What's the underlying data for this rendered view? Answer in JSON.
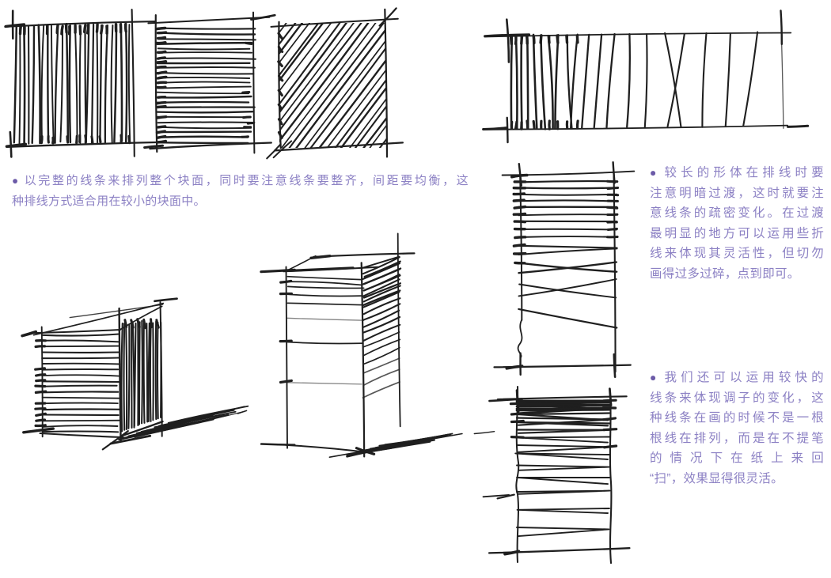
{
  "page": {
    "background_color": "#ffffff",
    "ink_color": "#1f1f1f",
    "text_color": "#8c81c4",
    "bullet_color": "#6c5ba8"
  },
  "captions": {
    "left": {
      "bullet": "●",
      "lines": [
        "以完整的线条来排列整个块面，同时要注意线条要整齐，间距要均衡，这",
        "种排线方式适合用在较小的块面中。"
      ]
    },
    "right_top": {
      "bullet": "●",
      "lines": [
        "较长的形体在排线时要",
        "注意明暗过渡，这时就要注",
        "意线条的疏密变化。在过渡",
        "最明显的地方可以运用些折",
        "线来体现其灵活性，但切勿",
        "画得过多过碎，点到即可。"
      ]
    },
    "right_bottom": {
      "bullet": "●",
      "lines": [
        "我们还可以运用较快的",
        "线条来体现调子的变化，这",
        "种线条在画的时候不是一根",
        "根线在排列，而是在不提笔",
        "的情况下在纸上来回",
        "“扫”，效果显得很灵活。"
      ]
    }
  },
  "figures": [
    {
      "id": "square-vertical-hatch",
      "type": "hatch-square",
      "hatch": "vertical",
      "lines": 26,
      "description": "square block filled with even vertical pen strokes"
    },
    {
      "id": "square-horizontal-hatch",
      "type": "hatch-square",
      "hatch": "horizontal",
      "lines": 24,
      "description": "square block filled with even horizontal pen strokes"
    },
    {
      "id": "square-diagonal-hatch",
      "type": "hatch-square",
      "hatch": "diagonal",
      "lines": 26,
      "description": "square block filled with even diagonal pen strokes"
    },
    {
      "id": "wide-rect-density-gradient",
      "type": "gradient-hatch",
      "hatch": "vertical",
      "lines": 20,
      "description": "long rectangle with vertical strokes dense on the left fading sparse to the right"
    },
    {
      "id": "tall-rect-tone-transition",
      "type": "gradient-hatch",
      "hatch": "horizontal",
      "lines": 16,
      "description": "tall rectangle with horizontal strokes dense at top loosening into zigzag folds below"
    },
    {
      "id": "sweep-stroke-rect",
      "type": "sweep-hatch",
      "lines": 15,
      "description": "rectangle shaded with continuous back-and-forth sweeping strokes, dense at top"
    },
    {
      "id": "box-front-side-shadow",
      "type": "box-sketch",
      "description": "box with horizontal-hatched front face, dark vertical-hatched side face and diagonal cast shadow"
    },
    {
      "id": "tall-box-gradient-side",
      "type": "box-sketch",
      "description": "tall box with front hatch fading downward, diagonal-hatched side face and cast shadow"
    }
  ]
}
